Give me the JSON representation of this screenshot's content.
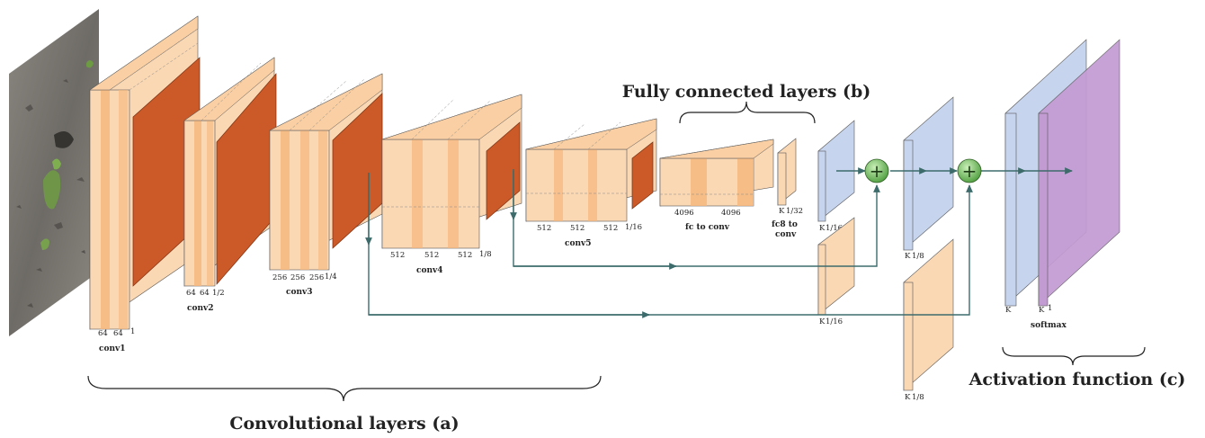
{
  "section_titles": {
    "convolutional": "Convolutional layers (a)",
    "fully_connected": "Fully connected layers (b)",
    "activation": "Activation function (c)"
  },
  "blocks": {
    "conv1": {
      "name": "conv1",
      "channels": [
        "64",
        "64"
      ],
      "scale": "1"
    },
    "conv2": {
      "name": "conv2",
      "channels": [
        "64",
        "64"
      ],
      "scale": "1/2"
    },
    "conv3": {
      "name": "conv3",
      "channels": [
        "256",
        "256",
        "256"
      ],
      "scale": "1/4"
    },
    "conv4": {
      "name": "conv4",
      "channels": [
        "512",
        "512",
        "512"
      ],
      "scale": "1/8"
    },
    "conv5": {
      "name": "conv5",
      "channels": [
        "512",
        "512",
        "512"
      ],
      "scale": "1/16"
    },
    "fc_to_conv": {
      "name": "fc to conv",
      "channels": [
        "4096",
        "4096"
      ]
    },
    "fc8_to_conv": {
      "name_line1": "fc8 to",
      "name_line2": "conv",
      "k": "K",
      "scale": "1/32"
    }
  },
  "score_maps": {
    "score_16": {
      "k": "K",
      "scale": "1/16"
    },
    "pool4_score": {
      "k": "K",
      "scale": "1/16"
    },
    "score_8": {
      "k": "K",
      "scale": "1/8"
    },
    "pool3_score": {
      "k": "K",
      "scale": "1/8"
    }
  },
  "output": {
    "k_left": "K",
    "k_right": "K",
    "scale": "1",
    "name": "softmax"
  },
  "operators": [
    "+",
    "+"
  ],
  "colors": {
    "block_fill": "#fbd8b4",
    "block_stripe": "#f5b77c",
    "feature_map": "#cc5a28",
    "score_blue": "#c7d4ee",
    "softmax_purple": "#c39bd3",
    "connector": "#3d6b6b",
    "sum_node": "#6fbf5c"
  },
  "input_image": {
    "icon": "soil-photo-image"
  }
}
